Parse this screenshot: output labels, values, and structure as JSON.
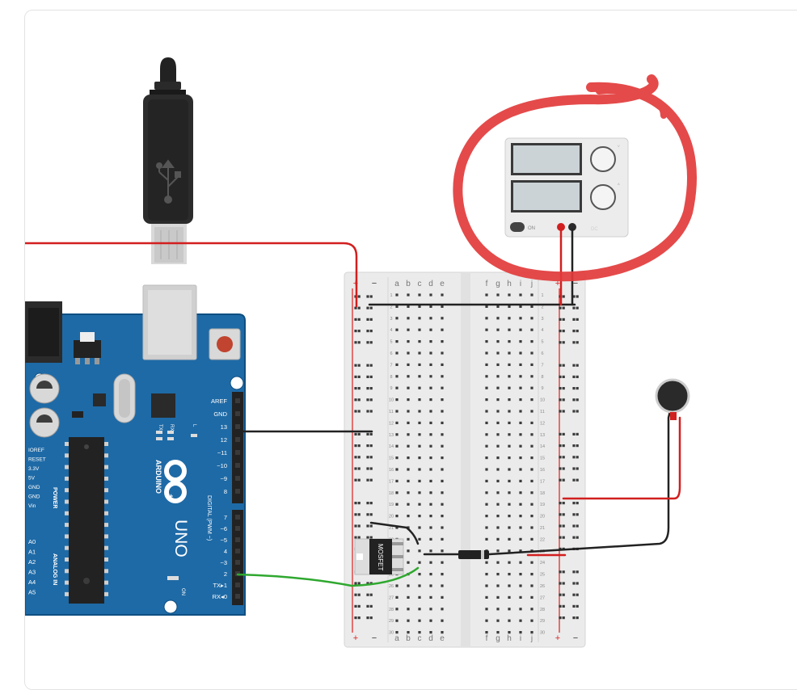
{
  "arduino": {
    "brand": "ARDUINO",
    "model": "UNO",
    "power_pins": [
      "IOREF",
      "RESET",
      "3.3V",
      "5V",
      "GND",
      "GND",
      "Vin"
    ],
    "power_header_label": "POWER",
    "analog_pins": [
      "A0",
      "A1",
      "A2",
      "A3",
      "A4",
      "A5"
    ],
    "analog_header_label": "ANALOG IN",
    "digital_pins_top": [
      "AREF",
      "GND",
      "13",
      "12",
      "~11",
      "~10",
      "~9",
      "8"
    ],
    "digital_pins_bottom": [
      "7",
      "~6",
      "~5",
      "4",
      "~3",
      "2",
      "TX▸1",
      "RX◂0"
    ],
    "digital_header_label": "DIGITAL (PWM ~)",
    "led_labels": [
      "TX",
      "RX",
      "L",
      "ON"
    ]
  },
  "breadboard": {
    "columns_left": [
      "a",
      "b",
      "c",
      "d",
      "e"
    ],
    "columns_right": [
      "f",
      "g",
      "h",
      "i",
      "j"
    ],
    "rail_plus": "+",
    "rail_minus": "−",
    "row_count": 30
  },
  "transistor": {
    "label": "MOSFET"
  },
  "power_supply": {
    "button_label": "ON"
  },
  "colors": {
    "board": "#1e6aa6",
    "board_dark": "#0f4f82",
    "wire_red": "#d21f1f",
    "wire_black": "#222222",
    "wire_green": "#2fa82f",
    "annotation": "#e23b3b",
    "breadboard": "#ebebeb"
  },
  "icons": [
    "usb-icon",
    "arduino-infinity-logo-icon",
    "vibration-motor-icon",
    "diode-icon"
  ]
}
